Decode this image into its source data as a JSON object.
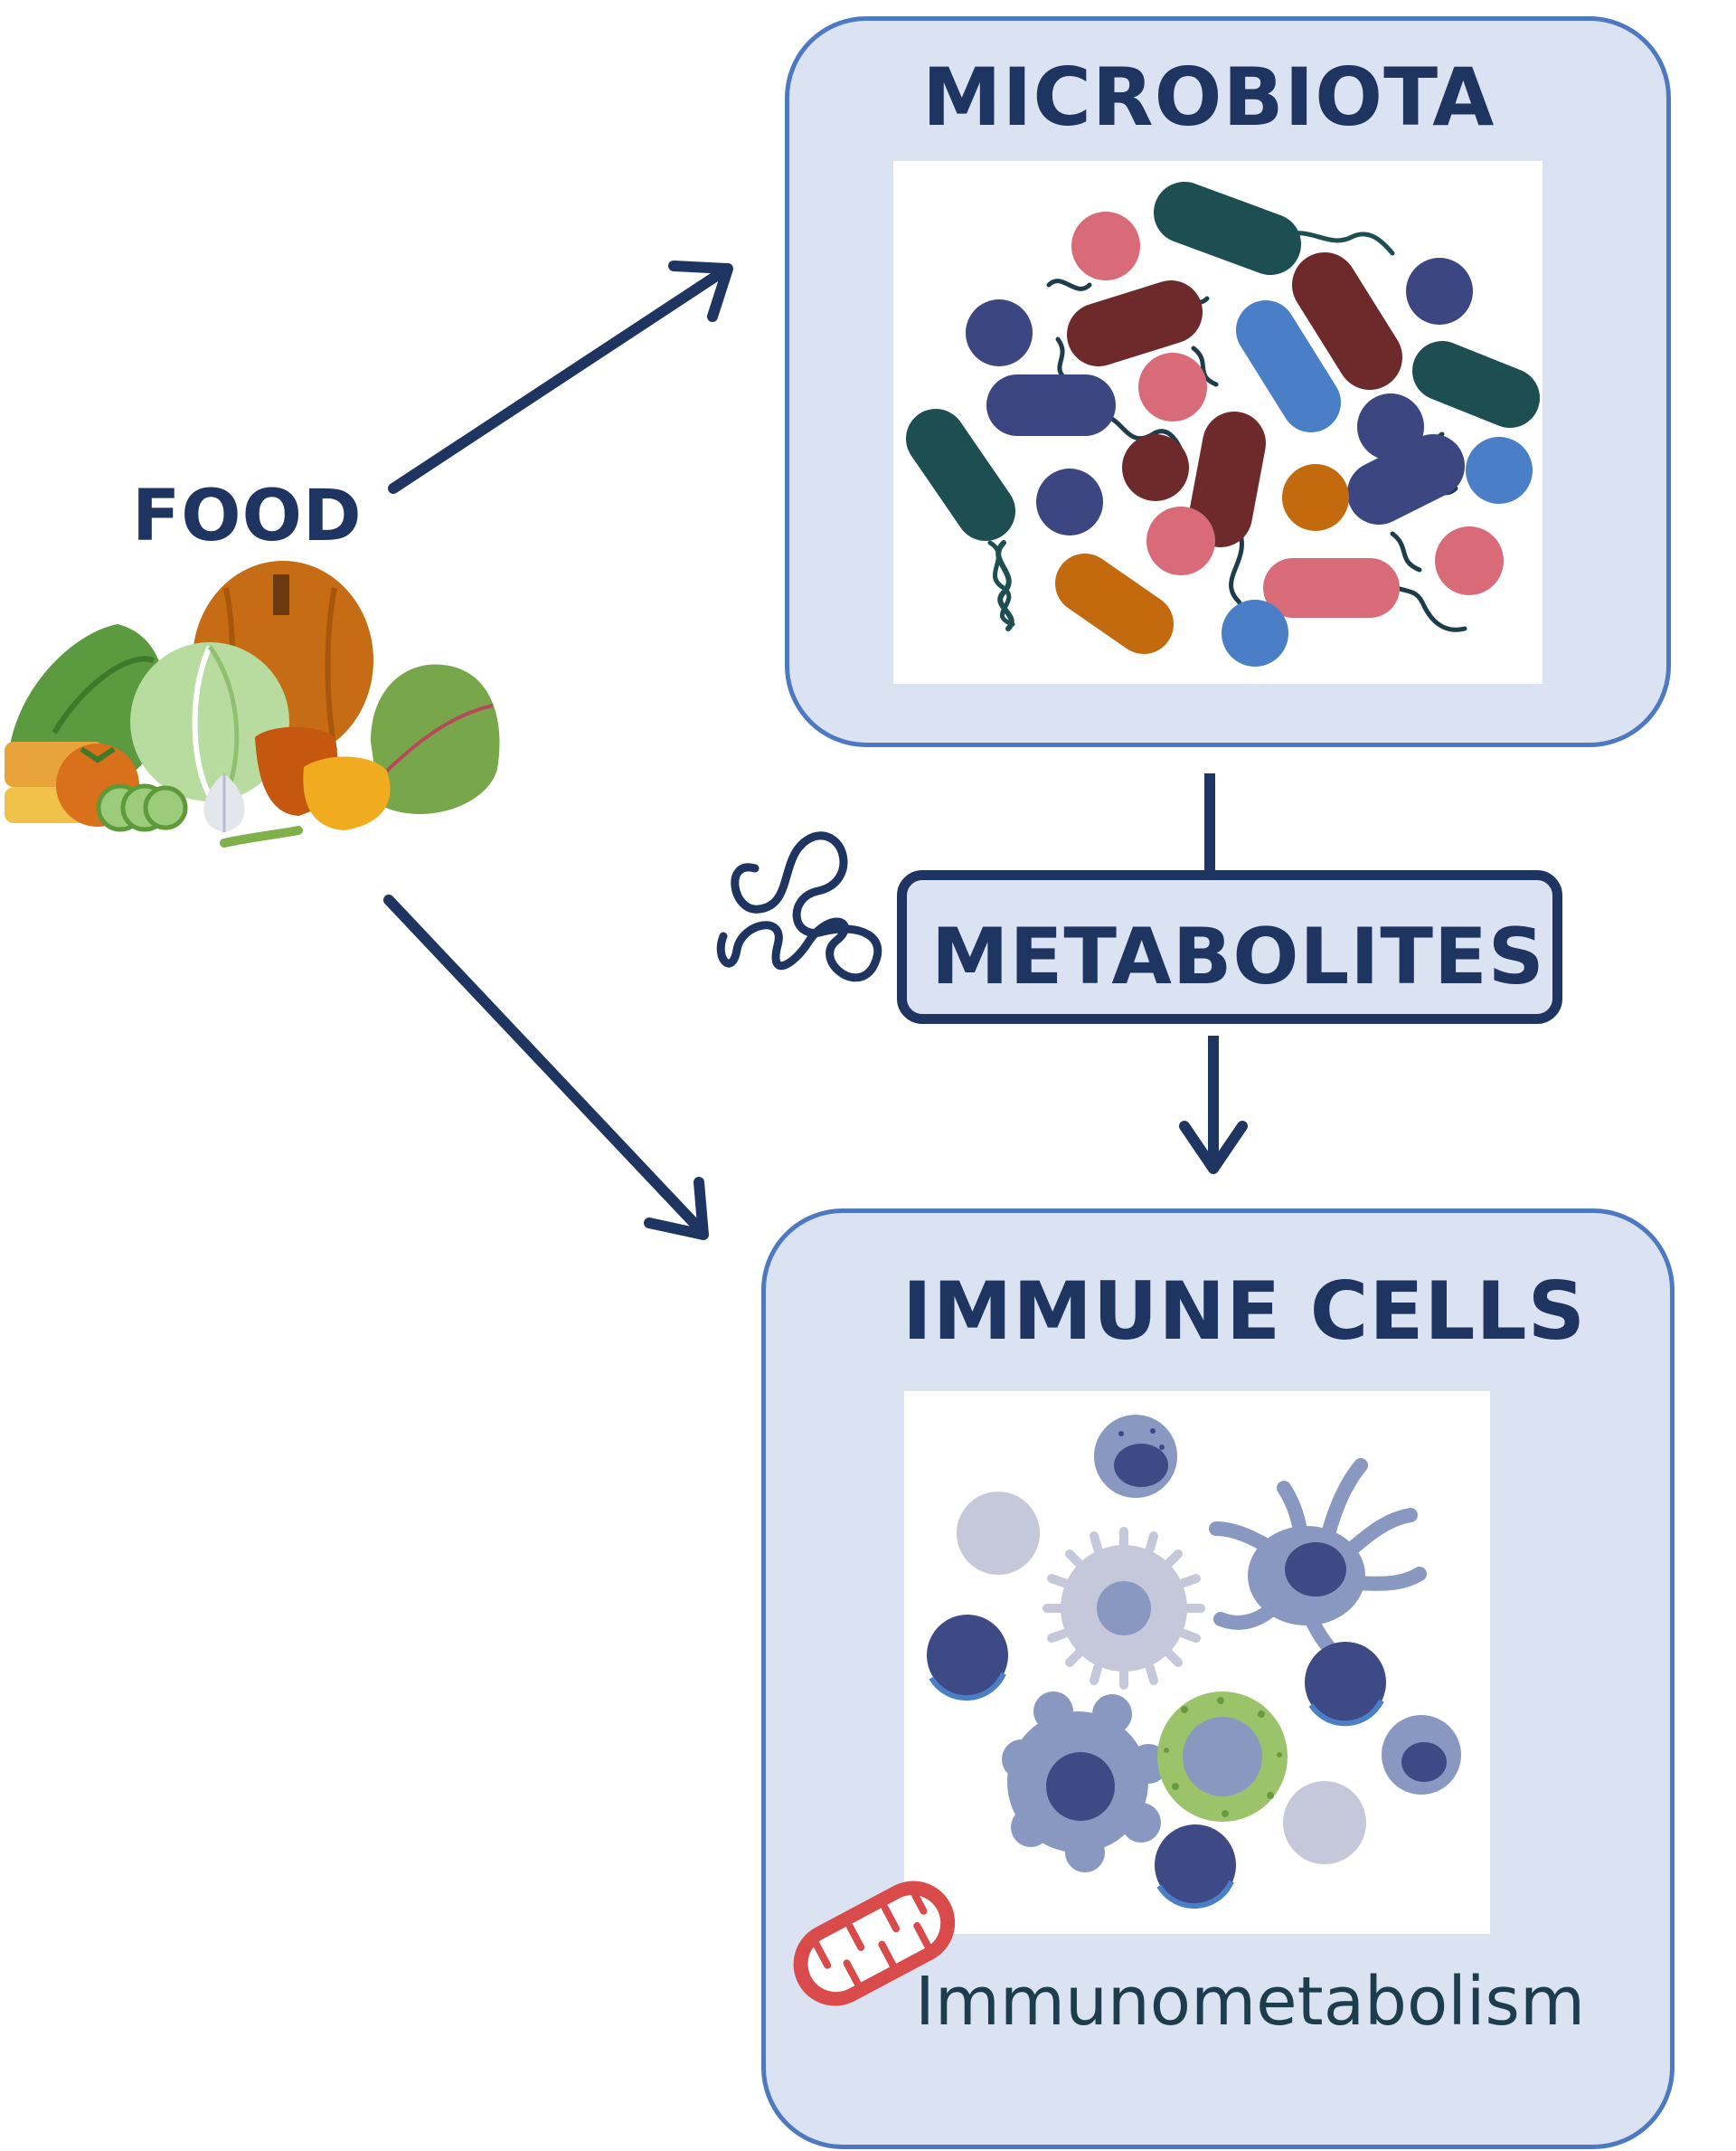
{
  "labels": {
    "food": "FOOD",
    "microbiota": "MICROBIOTA",
    "metabolites": "METABOLITES",
    "immune_cells": "IMMUNE CELLS",
    "immunometabolism": "Immunometabolism"
  },
  "colors": {
    "navy": "#1e3461",
    "box_fill": "#dbe3f3",
    "box_border": "#4d79c2",
    "bacteria": [
      "#1d4f52",
      "#6e2a2a",
      "#3c4680",
      "#d96b78",
      "#4a7fc8",
      "#c46a0e"
    ],
    "immune": [
      "#3d4a85",
      "#8898c0",
      "#c4c8da",
      "#9bc36a"
    ],
    "mitochondrion": "#d94a4a"
  },
  "icons": [
    "vegetables-icon",
    "bacteria-cluster-icon",
    "metabolite-molecule-icon",
    "immune-cells-icon",
    "mitochondrion-icon"
  ]
}
